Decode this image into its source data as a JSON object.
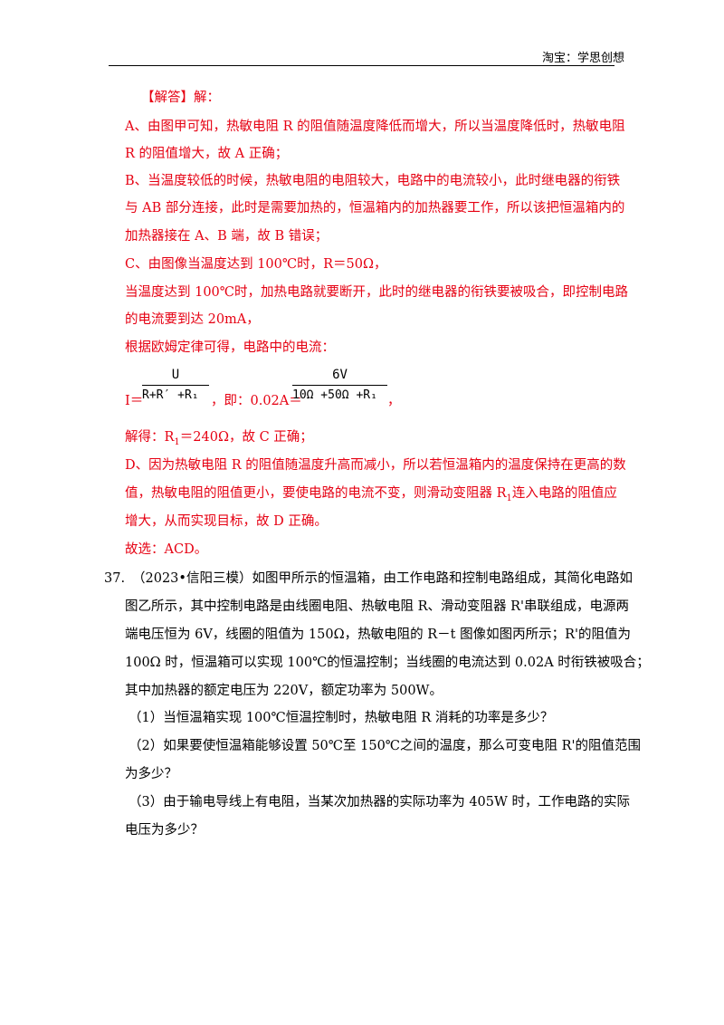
{
  "header": {
    "text": "淘宝：学思创想"
  },
  "answer": {
    "title_bracket": "【解答】",
    "title_rest": "解：",
    "lines": [
      "A、由图甲可知，热敏电阻 R 的阻值随温度降低而增大，所以当温度降低时，热敏电阻",
      "R 的阻值增大，故 A 正确；",
      "B、当温度较低的时候，热敏电阻的电阻较大，电路中的电流较小，此时继电器的衔铁",
      "与 AB 部分连接，此时是需要加热的，恒温箱内的加热器要工作，所以该把恒温箱内的",
      "加热器接在 A、B 端，故 B 错误；",
      "C、由图像当温度达到 100℃时，R＝50Ω，",
      "当温度达到 100℃时，加热电路就要断开，此时的继电器的衔铁要被吸合，即控制电路",
      "的电流要到达 20mA，",
      "根据欧姆定律可得，电路中的电流："
    ],
    "formula": {
      "lhs": "I＝",
      "frac1_num": "U",
      "frac1_den": "R+R′ +R₁",
      "mid": "，即：0.02A＝",
      "frac2_num": "6V",
      "frac2_den": "10Ω +50Ω +R₁",
      "end": "，"
    },
    "solve_prefix": "解得：R",
    "solve_sub": "1",
    "solve_suffix": "＝240Ω，故 C 正确；",
    "d_line1": "D、因为热敏电阻 R 的阻值随温度升高而减小，所以若恒温箱内的温度保持在更高的数",
    "d_line2_prefix": "值，热敏电阻的阻值更小，要使电路的电流不变，则滑动变阻器 R",
    "d_line2_sub": "1",
    "d_line2_suffix": "连入电路的阻值应",
    "d_line3": "增大，从而实现目标，故 D 正确。",
    "choice": "故选：ACD。"
  },
  "question": {
    "number": "37.",
    "lines": [
      "（2023•信阳三模）如图甲所示的恒温箱，由工作电路和控制电路组成，其简化电路如",
      "图乙所示，其中控制电路是由线圈电阻、热敏电阻 R、滑动变阻器 R'串联组成，电源两",
      "端电压恒为 6V，线圈的阻值为 150Ω，热敏电阻的 R－t 图像如图丙所示；R'的阻值为",
      "100Ω 时，恒温箱可以实现 100℃的恒温控制；当线圈的电流达到 0.02A 时衔铁被吸合；",
      "其中加热器的额定电压为 220V，额定功率为 500W。"
    ],
    "subquestions": [
      "（1）当恒温箱实现 100℃恒温控制时，热敏电阻 R 消耗的功率是多少？",
      "（2）如果要使恒温箱能够设置 50℃至 150℃之间的温度，那么可变电阻 R'的阻值范围",
      "为多少？",
      "（3）由于输电导线上有电阻，当某次加热器的实际功率为 405W 时，工作电路的实际",
      "电压为多少？"
    ]
  }
}
